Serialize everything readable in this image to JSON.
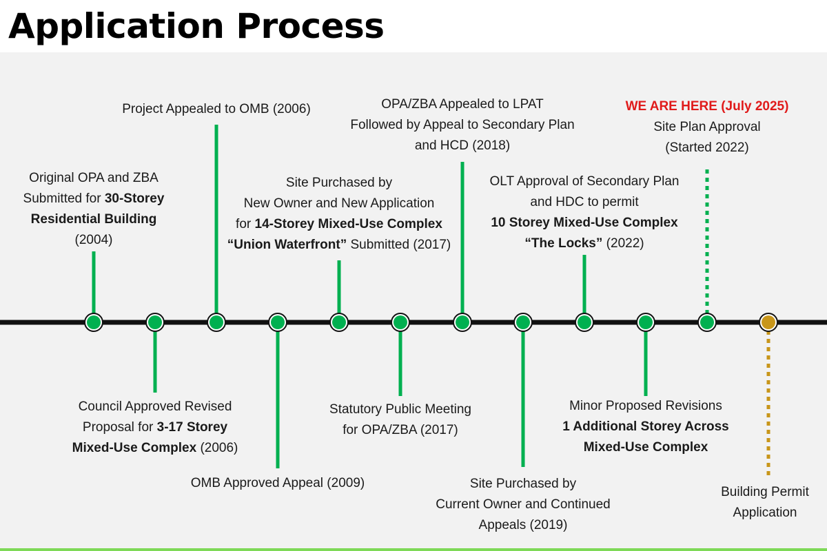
{
  "title": "Application Process",
  "colors": {
    "milestone": "#00b050",
    "current": "#00b050",
    "future": "#c8961a",
    "timeline": "#111111",
    "here_text": "#e01b1b"
  },
  "milestones": [
    {
      "id": "m1",
      "state": "complete",
      "lines": [
        [
          {
            "t": "Original OPA and ZBA"
          }
        ],
        [
          {
            "t": "Submitted for "
          },
          {
            "t": "30-Storey",
            "b": true
          }
        ],
        [
          {
            "t": "Residential Building",
            "b": true
          }
        ],
        [
          {
            "t": "(2004)"
          }
        ]
      ]
    },
    {
      "id": "m2",
      "state": "complete",
      "lines": [
        [
          {
            "t": "Council Approved Revised"
          }
        ],
        [
          {
            "t": "Proposal for "
          },
          {
            "t": "3-17 Storey",
            "b": true
          }
        ],
        [
          {
            "t": "Mixed-Use Complex",
            "b": true
          },
          {
            "t": " (2006)"
          }
        ]
      ]
    },
    {
      "id": "m3",
      "state": "complete",
      "lines": [
        [
          {
            "t": "Project Appealed to OMB (2006)"
          }
        ]
      ]
    },
    {
      "id": "m4",
      "state": "complete",
      "lines": [
        [
          {
            "t": "OMB Approved Appeal (2009)"
          }
        ]
      ]
    },
    {
      "id": "m5",
      "state": "complete",
      "lines": [
        [
          {
            "t": "Site Purchased by"
          }
        ],
        [
          {
            "t": "New Owner and New Application"
          }
        ],
        [
          {
            "t": "for "
          },
          {
            "t": "14-Storey Mixed-Use Complex",
            "b": true
          }
        ],
        [
          {
            "t": "“Union Waterfront”",
            "b": true
          },
          {
            "t": " Submitted (2017)"
          }
        ]
      ]
    },
    {
      "id": "m6",
      "state": "complete",
      "lines": [
        [
          {
            "t": "Statutory Public Meeting"
          }
        ],
        [
          {
            "t": "for OPA/ZBA (2017)"
          }
        ]
      ]
    },
    {
      "id": "m7",
      "state": "complete",
      "lines": [
        [
          {
            "t": "OPA/ZBA Appealed to LPAT"
          }
        ],
        [
          {
            "t": "Followed by Appeal to Secondary Plan"
          }
        ],
        [
          {
            "t": "and HCD (2018)"
          }
        ]
      ]
    },
    {
      "id": "m8",
      "state": "complete",
      "lines": [
        [
          {
            "t": "Site Purchased by"
          }
        ],
        [
          {
            "t": "Current Owner and Continued"
          }
        ],
        [
          {
            "t": "Appeals (2019)"
          }
        ]
      ]
    },
    {
      "id": "m9",
      "state": "complete",
      "lines": [
        [
          {
            "t": "OLT Approval of Secondary Plan"
          }
        ],
        [
          {
            "t": "and HDC to permit"
          }
        ],
        [
          {
            "t": "10 Storey Mixed-Use Complex",
            "b": true
          }
        ],
        [
          {
            "t": "“The Locks”",
            "b": true
          },
          {
            "t": " (2022)"
          }
        ]
      ]
    },
    {
      "id": "m10",
      "state": "complete",
      "lines": [
        [
          {
            "t": "Minor Proposed Revisions"
          }
        ],
        [
          {
            "t": "1 Additional Storey Across",
            "b": true
          }
        ],
        [
          {
            "t": "Mixed-Use Complex",
            "b": true
          }
        ]
      ]
    },
    {
      "id": "m11",
      "state": "current",
      "lines": [
        [
          {
            "t": "WE ARE HERE (July 2025)",
            "here": true
          }
        ],
        [
          {
            "t": "Site Plan Approval"
          }
        ],
        [
          {
            "t": "(Started 2022)"
          }
        ]
      ]
    },
    {
      "id": "m12",
      "state": "future",
      "lines": [
        [
          {
            "t": "Building Permit"
          }
        ],
        [
          {
            "t": "Application"
          }
        ]
      ]
    }
  ]
}
